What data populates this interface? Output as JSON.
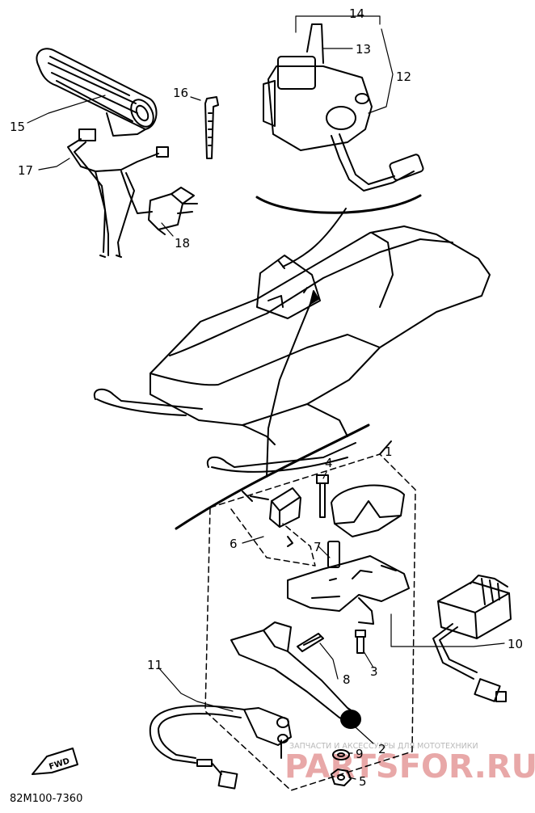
{
  "diagram": {
    "part_code": "82M100-7360",
    "fwd_label": "FWD",
    "callouts": [
      "1",
      "2",
      "3",
      "4",
      "5",
      "6",
      "7",
      "8",
      "9",
      "10",
      "11",
      "12",
      "13",
      "14",
      "15",
      "16",
      "17",
      "18"
    ]
  },
  "watermark": {
    "caption": "ЗАПЧАСТИ И АКСЕССУАРЫ ДЛЯ МОТОТЕХНИКИ",
    "brand": "PARTSFOR.RU"
  }
}
